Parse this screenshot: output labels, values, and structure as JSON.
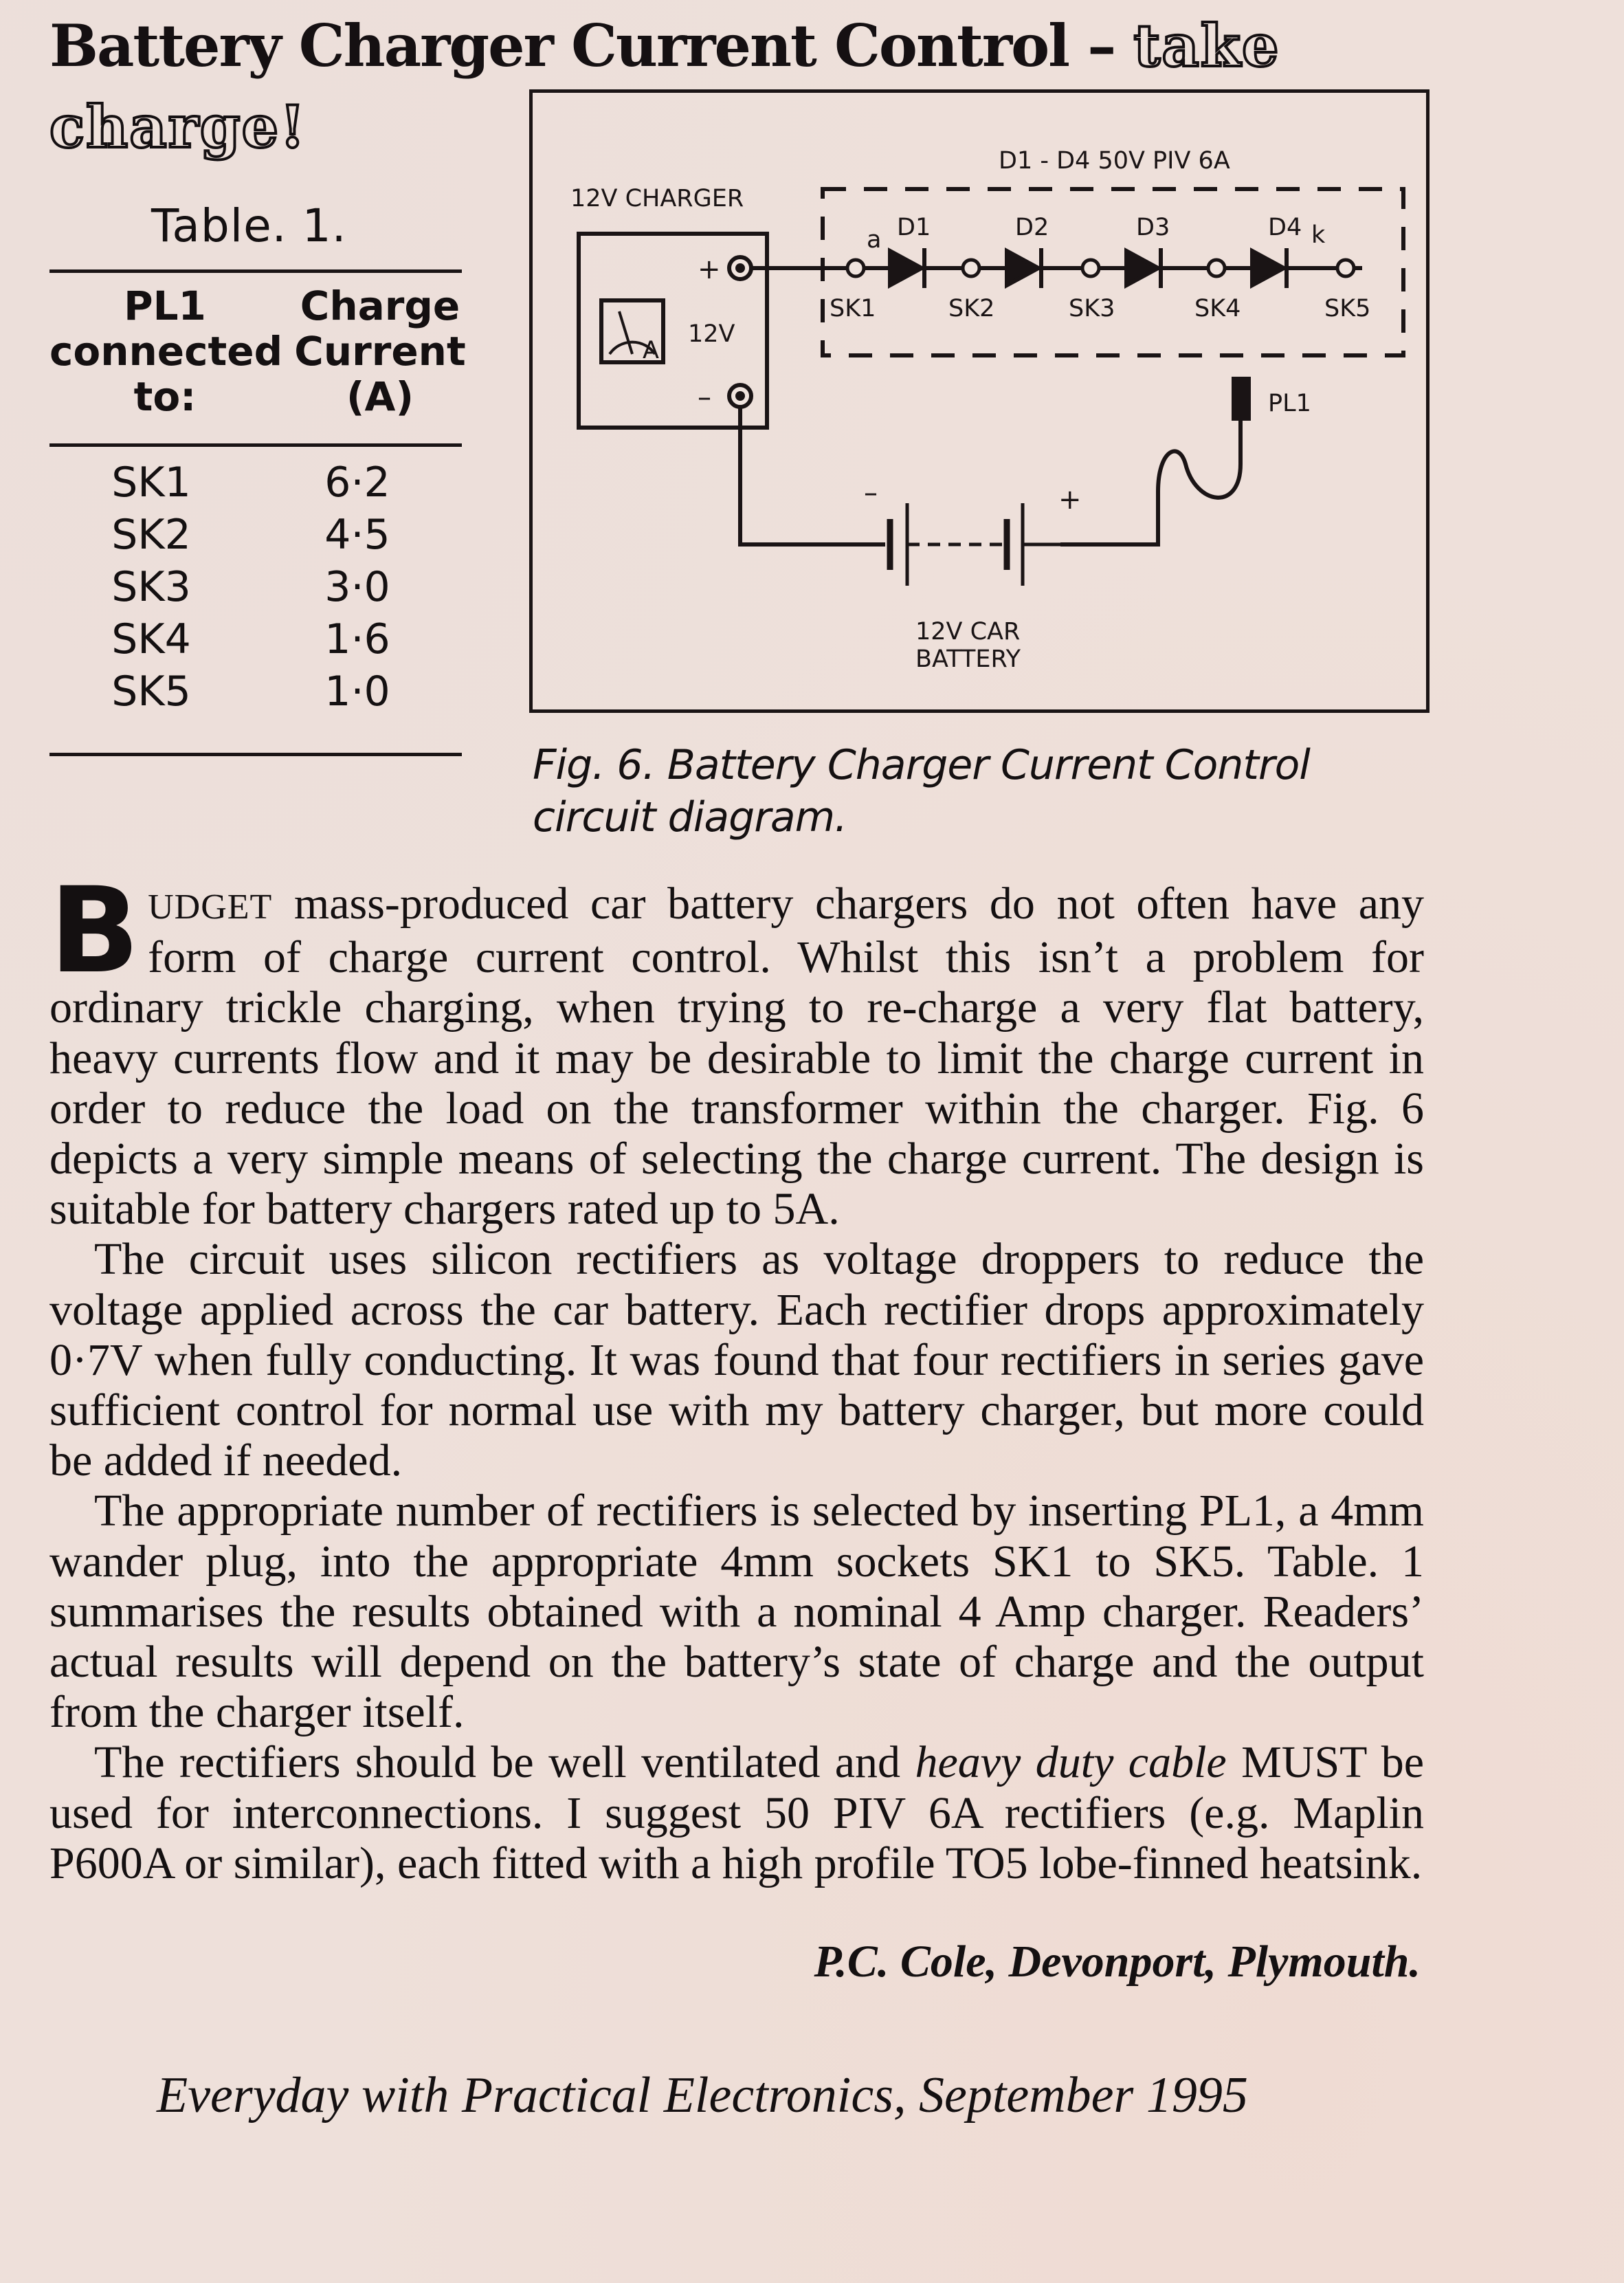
{
  "headline": {
    "main": "Battery Charger Current Control –",
    "tag_1": "take",
    "tag_2": "charge!"
  },
  "table": {
    "title": "Table. 1.",
    "col1_header": "PL1\nconnected\nto:",
    "col2_header": "Charge\nCurrent\n(A)",
    "rows": [
      {
        "socket": "SK1",
        "current": "6·2"
      },
      {
        "socket": "SK2",
        "current": "4·5"
      },
      {
        "socket": "SK3",
        "current": "3·0"
      },
      {
        "socket": "SK4",
        "current": "1·6"
      },
      {
        "socket": "SK5",
        "current": "1·0"
      }
    ]
  },
  "diagram": {
    "diode_rating": "D1 - D4 50V PIV 6A",
    "charger_label": "12V CHARGER",
    "meter_label": "12V",
    "meter_unit": "A",
    "plus": "+",
    "minus": "–",
    "anode": "a",
    "cathode": "k",
    "diodes": [
      "D1",
      "D2",
      "D3",
      "D4"
    ],
    "sockets": [
      "SK1",
      "SK2",
      "SK3",
      "SK4",
      "SK5"
    ],
    "plug": "PL1",
    "battery_label_1": "12V CAR",
    "battery_label_2": "BATTERY"
  },
  "caption": {
    "line1": "Fig. 6. Battery Charger Current Control",
    "line2": "circuit diagram."
  },
  "article": {
    "dropcap": "B",
    "smallcaps": "UDGET",
    "p1_rest": " mass-produced car battery chargers do not often have any form of charge current control. Whilst this isn’t a problem for ordinary trickle charging, when trying to re-charge a very flat battery, heavy currents flow and it may be desirable to limit the charge current in order to reduce the load on the transformer within the charger. Fig. 6 depicts a very simple means of selecting the charge current. The design is suitable for battery chargers rated up to 5A.",
    "p2": "The circuit uses silicon rectifiers as voltage droppers to reduce the voltage applied across the car battery. Each rectifier drops approximately 0·7V when fully conducting. It was found that four rectifiers in series gave sufficient control for normal use with my battery charger, but more could be added if needed.",
    "p3": "The appropriate number of rectifiers is selected by inserting PL1, a 4mm wander plug, into the appropriate 4mm sockets SK1 to SK5. Table. 1 summarises the results obtained with a nominal 4 Amp charger. Readers’ actual results will depend on the battery’s state of charge and the output from the charger itself.",
    "p4_a": "The rectifiers should be well ventilated and ",
    "p4_em": "heavy duty cable",
    "p4_b": " MUST be used for interconnections. I suggest 50 PIV 6A rectifiers (e.g. Maplin P600A or similar), each fitted with a high profile TO5 lobe-finned heatsink."
  },
  "signature": "P.C. Cole, Devonport, Plymouth.",
  "footer": "Everyday with Practical Electronics, September 1995"
}
